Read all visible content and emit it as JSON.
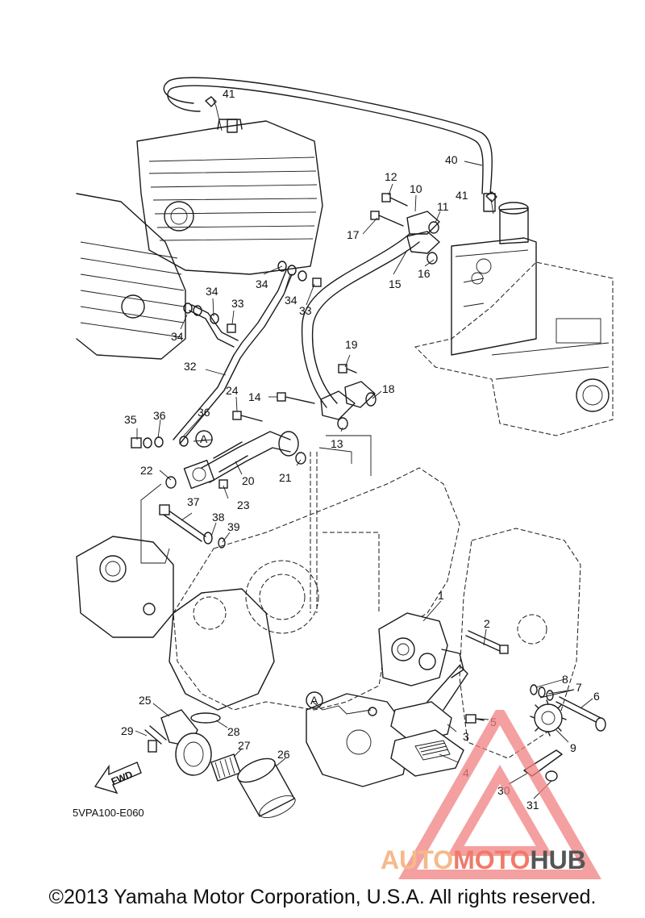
{
  "labels": {
    "l1": "1",
    "l2": "2",
    "l3": "3",
    "l4": "4",
    "l5": "5",
    "l6": "6",
    "l7": "7",
    "l8": "8",
    "l9": "9",
    "l10": "10",
    "l11": "11",
    "l12": "12",
    "l13": "13",
    "l14": "14",
    "l15": "15",
    "l16": "16",
    "l17": "17",
    "l18": "18",
    "l19": "19",
    "l20": "20",
    "l21": "21",
    "l22": "22",
    "l23": "23",
    "l24": "24",
    "l25": "25",
    "l26": "26",
    "l27": "27",
    "l28": "28",
    "l29": "29",
    "l30": "30",
    "l31": "31",
    "l32": "32",
    "l33a": "33",
    "l33b": "33",
    "l34a": "34",
    "l34b": "34",
    "l34c": "34",
    "l34d": "34",
    "l35": "35",
    "l36a": "36",
    "l36b": "36",
    "l37": "37",
    "l38": "38",
    "l39": "39",
    "l40": "40",
    "l41a": "41",
    "l41b": "41"
  },
  "callouts": {
    "a1": "A",
    "a2": "A"
  },
  "fwd_label": "FWD",
  "diagram_code": "5VPA100-E060",
  "copyright": "©2013 Yamaha Motor Corporation, U.S.A. All rights reserved.",
  "watermark": {
    "part1": "AUTO",
    "part2": "MOTO",
    "part3": "HUB",
    "color_auto": "#f6b98a",
    "color_moto": "#f07a6a",
    "color_hub": "#555555",
    "triangle_color": "#f08080"
  }
}
